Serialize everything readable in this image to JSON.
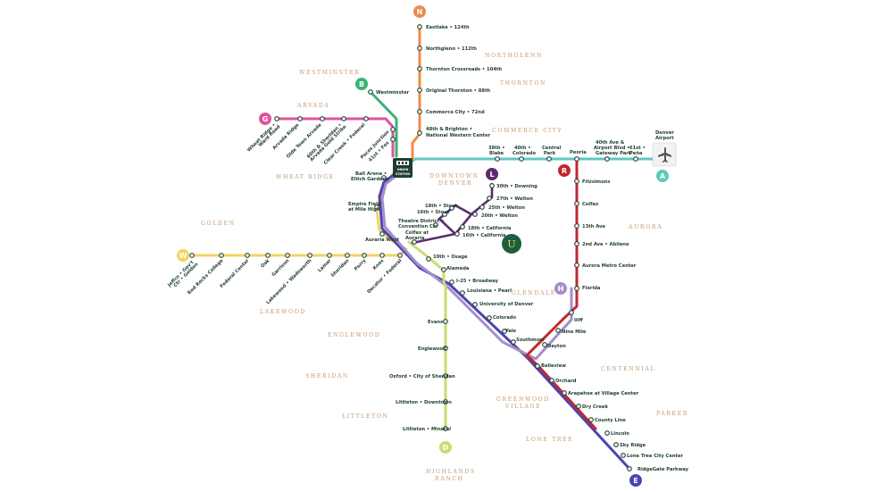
{
  "lines": [
    {
      "id": "N",
      "color": "#f08a4b"
    },
    {
      "id": "B",
      "color": "#3bb273"
    },
    {
      "id": "G",
      "color": "#e0529c"
    },
    {
      "id": "W",
      "color": "#f4d35e"
    },
    {
      "id": "L",
      "color": "#5b2c6f"
    },
    {
      "id": "R",
      "color": "#c0282d"
    },
    {
      "id": "A",
      "color": "#5ec8c0"
    },
    {
      "id": "H",
      "color": "#a58ec8"
    },
    {
      "id": "D",
      "color": "#c9dd6f"
    },
    {
      "id": "E",
      "color": "#4b44b3"
    },
    {
      "id": "U",
      "color": "#1e5e3e"
    }
  ],
  "areas": {
    "westminster": "WESTMINSTER",
    "northglenn": "NORTHGLENN",
    "arvada": "ARVADA",
    "thornton": "THORNTON",
    "commerce_city": "COMMERCE CITY",
    "wheat_ridge": "WHEAT RIDGE",
    "downtown_denver_1": "DOWNTOWN",
    "downtown_denver_2": "DENVER",
    "golden": "GOLDEN",
    "aurora": "AURORA",
    "lakewood": "LAKEWOOD",
    "glendale": "GLENDALE",
    "englewood": "ENGLEWOOD",
    "sheridan": "SHERIDAN",
    "centennial": "CENTENNIAL",
    "littleton": "LITTLETON",
    "greenwood_1": "GREENWOOD",
    "greenwood_2": "VILLAGE",
    "parker": "PARKER",
    "lone_tree": "LONE TREE",
    "highlands_1": "HIGHLANDS",
    "highlands_2": "RANCH"
  },
  "union_station": {
    "line1": "UNION",
    "line2": "STATION"
  },
  "airport": {
    "line1": "Denver",
    "line2": "Airport"
  },
  "stations": {
    "n_eastlake": "Eastlake • 124th",
    "n_northglenn": "Northglenn • 112th",
    "n_thornton": "Thornton Crossroads • 104th",
    "n_original": "Original Thornton • 88th",
    "n_commerce": "Commerce City • 72nd",
    "n_48th_1": "48th & Brighton •",
    "n_48th_2": "National Western Center",
    "b_westminster": "Westminster",
    "g_wheat_1": "Wheat Ridge •",
    "g_wheat_2": "Ward Road",
    "g_arvada": "Arvada Ridge",
    "g_olde": "Olde Town Arvada",
    "g_60th_1": "60th & Sheridan •",
    "g_60th_2": "Arvada Gold Strike",
    "g_clear": "Clear Creek • Federal",
    "g_pecos": "Pecos Junction",
    "g_41st": "41st • Fox",
    "a_38th_1": "38th •",
    "a_38th_2": "Blake",
    "a_40th_1": "40th •",
    "a_40th_2": "Colorado",
    "a_central_1": "Central",
    "a_central_2": "Park",
    "a_peoria": "Peoria",
    "a_40ave_1": "40th Ave &",
    "a_40ave_2": "Airport Blvd •",
    "a_40ave_3": "Gateway Park",
    "a_61st_1": "61st •",
    "a_61st_2": "Peña",
    "w_ball_1": "Ball Arena •",
    "w_ball_2": "Elitch Gardens",
    "w_empire_1": "Empire Field",
    "w_empire_2": "at Mile High",
    "w_auraria": "Auraria West",
    "w_jeffco_1": "Jeffco • Gov't",
    "w_jeffco_2": "Ctr • Golden",
    "w_redrocks": "Red Rocks College",
    "w_federal": "Federal Center",
    "w_oak": "Oak",
    "w_garrison": "Garrison",
    "w_lakewood": "Lakewood • Wadsworth",
    "w_lamar": "Lamar",
    "w_sheridan": "Sheridan",
    "w_perry": "Perry",
    "w_knox": "Knox",
    "w_decatur": "Decatur • Federal",
    "l_30th": "30th • Downing",
    "l_27th": "27th • Welton",
    "l_25th": "25th • Welton",
    "l_20th": "20th • Welton",
    "l_18st": "18th • Stout",
    "l_16st": "16th • Stout",
    "l_18ca": "18th • California",
    "l_16ca": "16th • California",
    "l_theatre_1": "Theatre District •",
    "l_theatre_2": "Convention Ctr",
    "l_colfax_1": "Colfax at",
    "l_colfax_2": "Auraria",
    "d_10th": "10th • Osage",
    "d_alameda": "Alameda",
    "d_i25": "I-25 • Broadway",
    "d_louisiana": "Louisiana • Pearl",
    "d_uofd": "University of Denver",
    "d_colorado": "Colorado",
    "d_yale": "Yale",
    "d_southmoor": "Southmoor",
    "d_evans": "Evans",
    "d_englewood": "Englewood",
    "d_oxford": "Oxford • City of Sheridan",
    "d_littleton": "Littleton • Downtown",
    "d_mineral": "Littleton • Mineral",
    "r_fitz": "Fitzsimons",
    "r_colfax": "Colfax",
    "r_13th": "13th Ave",
    "r_2nd": "2nd Ave • Abilene",
    "r_metro": "Aurora Metro Center",
    "r_florida": "Florida",
    "r_iliff": "Iliff",
    "r_ninemile": "Nine Mile",
    "r_dayton": "Dayton",
    "r_belleview": "Belleview",
    "r_orchard": "Orchard",
    "r_arapahoe": "Arapahoe at Village Center",
    "r_drycreek": "Dry Creek",
    "r_county": "County Line",
    "r_lincoln": "Lincoln",
    "r_skyridge": "Sky Ridge",
    "r_lonetree": "Lone Tree City Center",
    "r_ridgegate": "RidgeGate Parkway"
  }
}
